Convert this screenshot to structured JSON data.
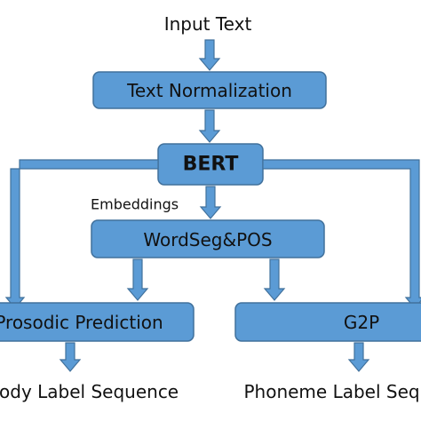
{
  "diagram": {
    "input_text": "Input Text",
    "text_normalization": "Text Normalization",
    "bert": "BERT",
    "embeddings": "Embeddings",
    "wordseg_pos": "WordSeg&POS",
    "prosodic_prediction": "Prosodic Prediction",
    "g2p": "G2P",
    "prosody_label_sequence": "Prosody Label Sequence",
    "phoneme_label_sequence": "Phoneme Label Sequence"
  },
  "colors": {
    "box_fill": "#5b9bd5",
    "box_stroke": "#41719c",
    "text": "#111111"
  }
}
